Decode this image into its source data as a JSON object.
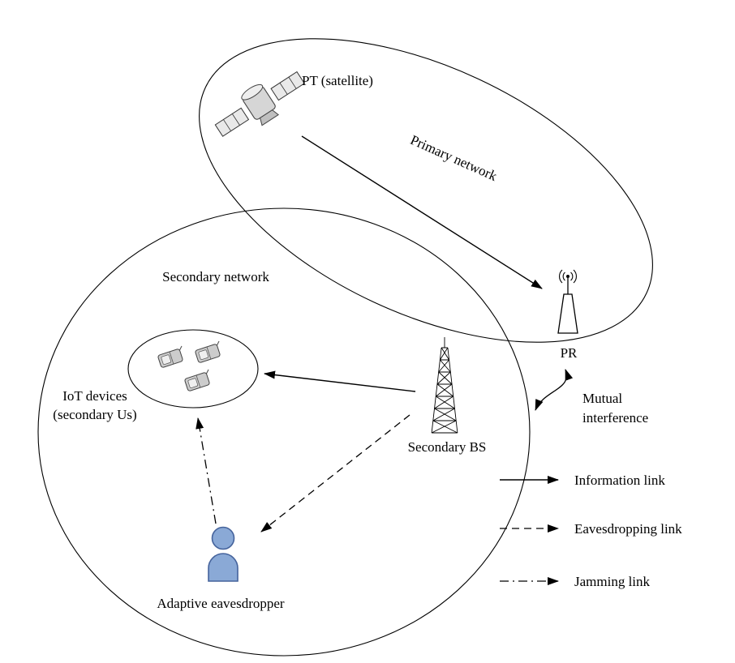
{
  "labels": {
    "pt": "PT (satellite)",
    "primary_network": "Primary network",
    "pr": "PR",
    "secondary_network": "Secondary network",
    "iot_line1": "IoT devices",
    "iot_line2": "(secondary Us)",
    "secondary_bs": "Secondary BS",
    "eavesdropper": "Adaptive eavesdropper",
    "mutual_line1": "Mutual",
    "mutual_line2": "interference"
  },
  "legend": [
    {
      "label": "Information link",
      "style": "solid"
    },
    {
      "label": "Eavesdropping link",
      "style": "dashed"
    },
    {
      "label": "Jamming link",
      "style": "dash-dot"
    }
  ],
  "colors": {
    "line": "#000000",
    "eavesdropper_fill": "#8aa9d6",
    "eavesdropper_stroke": "#45639c",
    "satellite_body": "#d6d6d6",
    "satellite_panel": "#e9e9e9",
    "phone_body": "#cccccc",
    "phone_screen": "#efefef"
  }
}
